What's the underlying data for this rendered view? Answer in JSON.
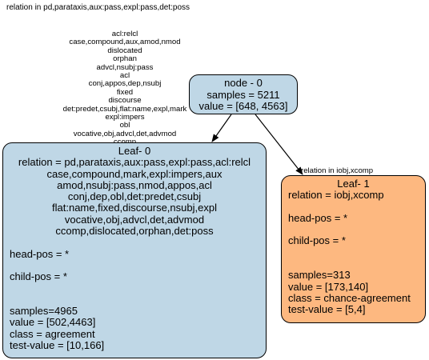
{
  "top_label": "relation in pd,parataxis,aux:pass,expl:pass,det:poss",
  "left_edge_label_lines": [
    "acl:relcl",
    "case,compound,aux,amod,nmod",
    "dislocated",
    "orphan",
    "advcl,nsubj:pass",
    "acl",
    "conj,appos,dep,nsubj",
    "fixed",
    "discourse",
    "det:predet,csubj,flat:name,expl,mark",
    "expl:impers",
    "obl",
    "vocative,obj,advcl,det,advmod",
    "ccomp"
  ],
  "right_edge_label": "relation in iobj,xcomp",
  "root": {
    "title": "node - 0",
    "samples": "samples = 5211",
    "value": "value = [648, 4563]"
  },
  "leaf0": {
    "title": "Leaf- 0",
    "relation_lines": [
      "relation = pd,parataxis,aux:pass,expl:pass,acl:relcl",
      "case,compound,mark,expl:impers,aux",
      "amod,nsubj:pass,nmod,appos,acl",
      "conj,dep,obl,det:predet,csubj",
      "flat:name,fixed,discourse,nsubj,expl",
      "vocative,obj,advcl,det,advmod",
      "ccomp,dislocated,orphan,det:poss"
    ],
    "head_pos": "head-pos = *",
    "child_pos": "child-pos = *",
    "samples": "samples=4965",
    "value": "value = [502,4463]",
    "class": "class = agreement",
    "test_value": "test-value = [10,166]"
  },
  "leaf1": {
    "title": "Leaf- 1",
    "relation": "relation = iobj,xcomp",
    "head_pos": "head-pos = *",
    "child_pos": "child-pos = *",
    "samples": "samples=313",
    "value": "value = [173,140]",
    "class": "class = chance-agreement",
    "test_value": "test-value = [5,4]"
  },
  "colors": {
    "blue_node": "#bfd7e6",
    "orange_node": "#fdb880"
  }
}
